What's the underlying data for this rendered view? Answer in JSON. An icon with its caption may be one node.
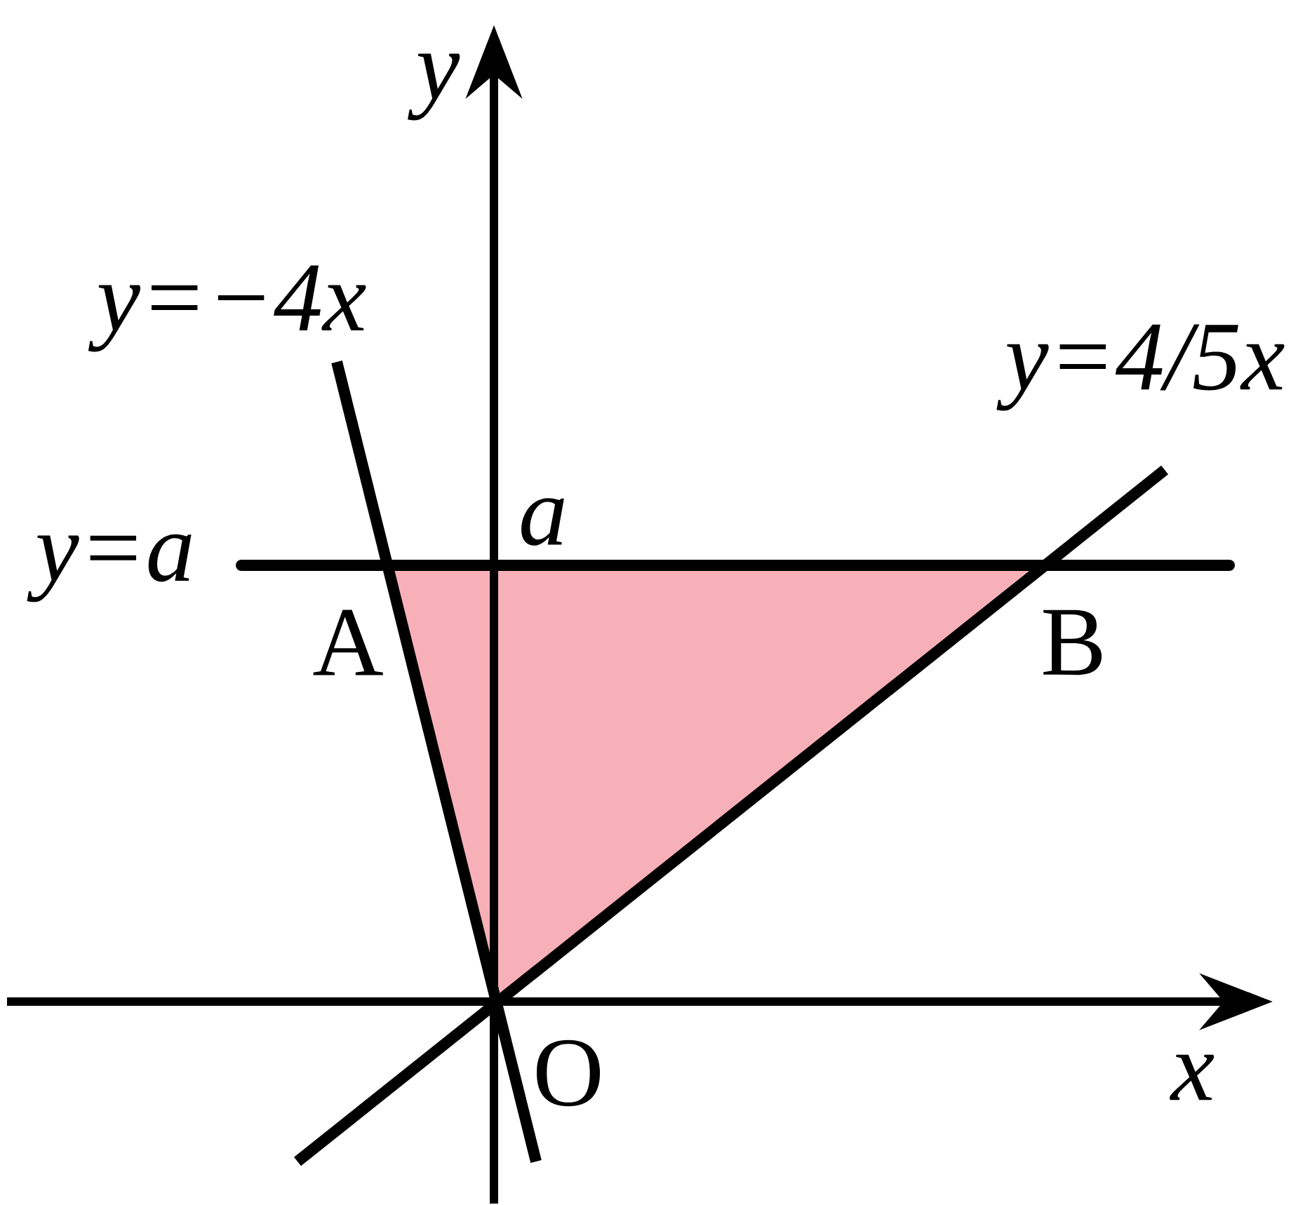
{
  "diagram": {
    "labels": [
      "y",
      "y=−4x",
      "y=4/5x",
      "a",
      "y=a",
      "A",
      "B",
      "O",
      "x"
    ]
  }
}
